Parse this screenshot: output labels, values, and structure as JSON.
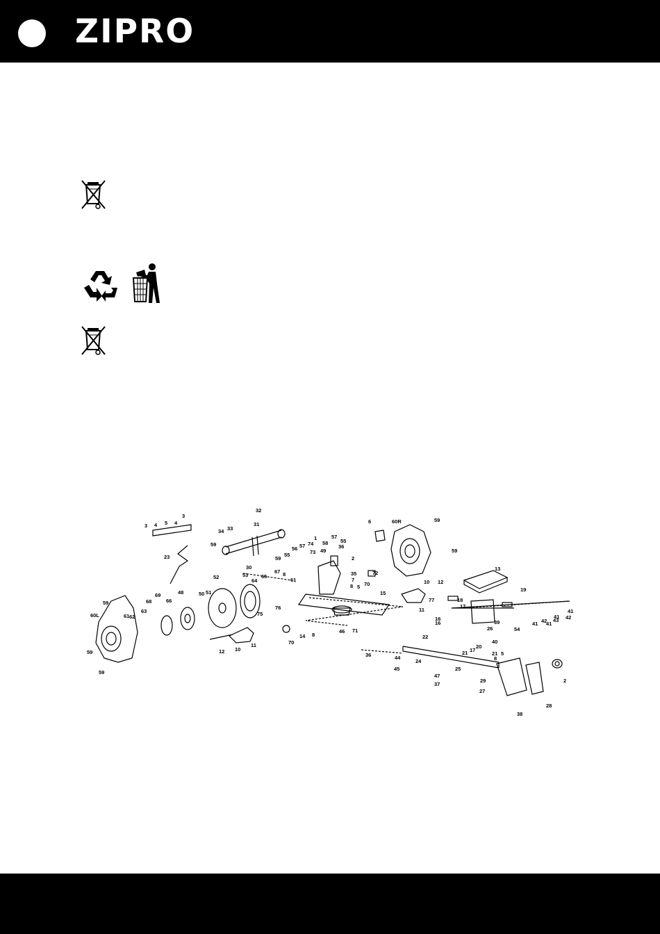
{
  "header": {
    "brand": "ZIPRO"
  },
  "icons": {
    "weee_1": "crossed-out-wheelie-bin-icon",
    "recycle": "recycling-arrows-icon",
    "tidyman": "tidyman-litter-bin-icon",
    "weee_2": "crossed-out-wheelie-bin-icon"
  },
  "diagram": {
    "part_labels": [
      "3",
      "4",
      "5",
      "4",
      "3",
      "32",
      "31",
      "34",
      "33",
      "59",
      "30",
      "59",
      "6",
      "60R",
      "59",
      "59",
      "72",
      "56",
      "55",
      "57",
      "74",
      "58",
      "49",
      "57",
      "55",
      "36",
      "1",
      "73",
      "2",
      "35",
      "7",
      "8",
      "5",
      "70",
      "15",
      "67",
      "61",
      "8",
      "65",
      "64",
      "53",
      "52",
      "50",
      "51",
      "48",
      "66",
      "69",
      "68",
      "63",
      "62",
      "61",
      "60L",
      "59",
      "59",
      "59",
      "23",
      "76",
      "75",
      "10",
      "12",
      "11",
      "71",
      "46",
      "14",
      "8",
      "70",
      "11",
      "10",
      "12",
      "77",
      "13",
      "19",
      "18",
      "17",
      "16",
      "16",
      "39",
      "26",
      "40",
      "17",
      "20",
      "21",
      "54",
      "41",
      "41",
      "43",
      "42",
      "41",
      "42",
      "41",
      "22",
      "36",
      "44",
      "45",
      "24",
      "21",
      "8",
      "5",
      "25",
      "47",
      "37",
      "29",
      "27",
      "38",
      "28",
      "2"
    ]
  }
}
